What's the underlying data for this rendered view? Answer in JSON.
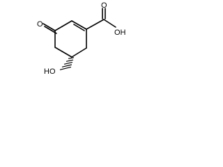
{
  "structure": {
    "labels": {
      "carboxyl_o": "O",
      "carboxyl_oh": "OH",
      "ketone_o": "O",
      "hydroxyl": "HO"
    },
    "colors": {
      "ink": "#000000",
      "background": "#ffffff"
    }
  }
}
